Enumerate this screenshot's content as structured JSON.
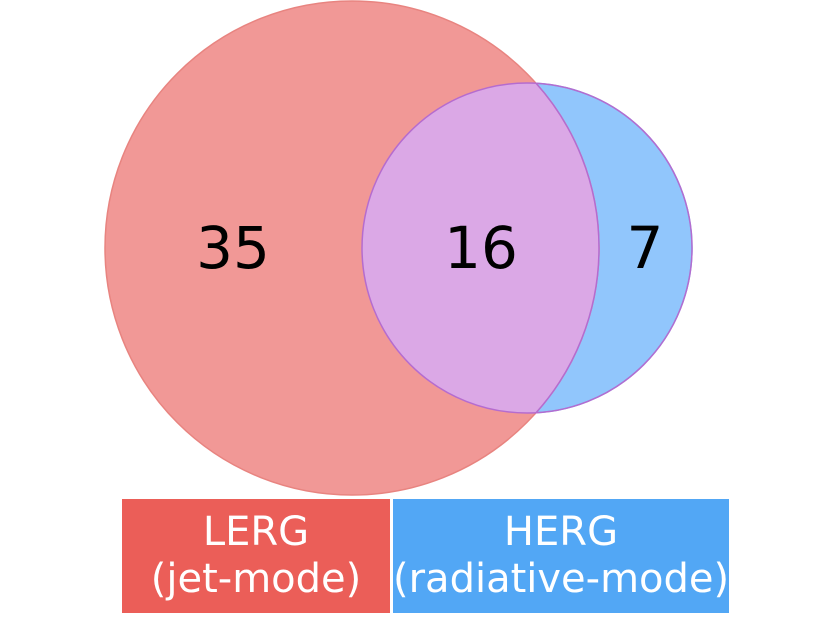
{
  "venn": {
    "left_only_count": "35",
    "overlap_count": "16",
    "right_only_count": "7"
  },
  "legend": {
    "lerg": {
      "title": "LERG",
      "subtitle": "(jet-mode)"
    },
    "herg": {
      "title": "HERG",
      "subtitle": "(radiative-mode)"
    }
  },
  "colors": {
    "lerg_circle": "#F19896",
    "herg_circle": "#91C6FC",
    "overlap": "#DBA8E6",
    "lerg_box": "#EB5E58",
    "herg_box": "#52A7F5",
    "circle_outline_overlap": "#B05FC9"
  }
}
